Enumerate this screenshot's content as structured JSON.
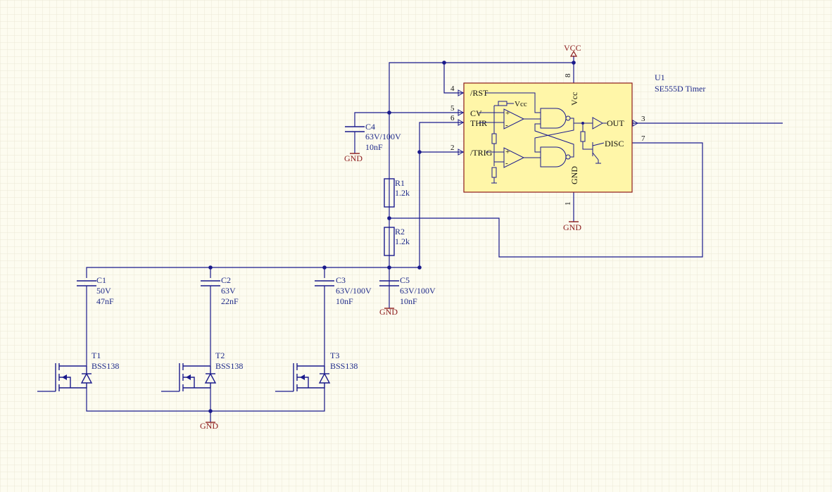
{
  "colors": {
    "background": "#fdfcf0",
    "grid": "#ece8d6",
    "wire": "#1a1a8c",
    "ic_fill": "#fff6a8",
    "ic_border": "#8b1a1a",
    "power_label": "#8b1a1a"
  },
  "power": {
    "vcc": "VCC",
    "gnd": "GND"
  },
  "ic": {
    "designator": "U1",
    "part": "SE555D Timer",
    "pins": {
      "rst": {
        "num": "4",
        "name": "/RST"
      },
      "cv": {
        "num": "5",
        "name": "CV"
      },
      "thr": {
        "num": "6",
        "name": "THR"
      },
      "trig": {
        "num": "2",
        "name": "/TRIG"
      },
      "vcc": {
        "num": "8",
        "name": "Vcc"
      },
      "gnd": {
        "num": "1",
        "name": "GND"
      },
      "out": {
        "num": "3",
        "name": "OUT"
      },
      "disc": {
        "num": "7",
        "name": "DISC"
      }
    },
    "internal_vcc": "Vcc"
  },
  "resistors": [
    {
      "ref": "R1",
      "value": "1.2k"
    },
    {
      "ref": "R2",
      "value": "1.2k"
    }
  ],
  "capacitors": [
    {
      "ref": "C1",
      "rating": "50V",
      "value": "47nF"
    },
    {
      "ref": "C2",
      "rating": "63V",
      "value": "22nF"
    },
    {
      "ref": "C3",
      "rating": "63V/100V",
      "value": "10nF"
    },
    {
      "ref": "C4",
      "rating": "63V/100V",
      "value": "10nF"
    },
    {
      "ref": "C5",
      "rating": "63V/100V",
      "value": "10nF"
    }
  ],
  "transistors": [
    {
      "ref": "T1",
      "part": "BSS138"
    },
    {
      "ref": "T2",
      "part": "BSS138"
    },
    {
      "ref": "T3",
      "part": "BSS138"
    }
  ]
}
